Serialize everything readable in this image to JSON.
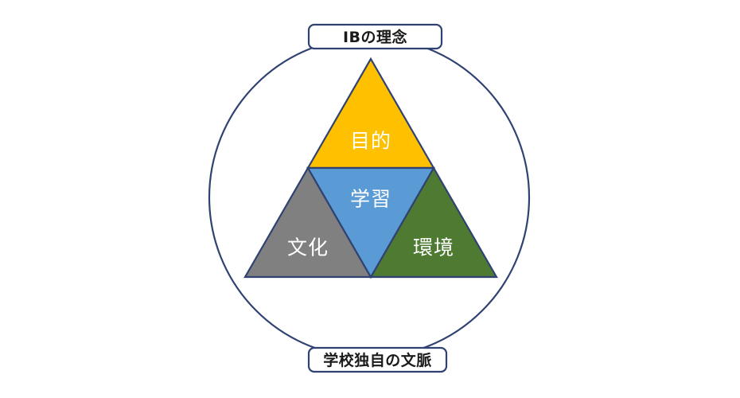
{
  "diagram": {
    "title_callout": {
      "text": "IBの理念",
      "position": "top"
    },
    "footer_callout": {
      "text": "学校独自の文脈",
      "position": "bottom"
    },
    "circle": {
      "name": "context-circle",
      "stroke_color": "#2F4272"
    },
    "triangle_segments": [
      {
        "id": "purpose",
        "label": "目的",
        "fill": "#FFC000",
        "stroke": "#2F4272",
        "position": "top"
      },
      {
        "id": "learning",
        "label": "学習",
        "fill": "#5B9BD5",
        "stroke": "#2F4272",
        "position": "center-inverted"
      },
      {
        "id": "culture",
        "label": "文化",
        "fill": "#808080",
        "stroke": "#2F4272",
        "position": "bottom-left"
      },
      {
        "id": "environment",
        "label": "環境",
        "fill": "#4E7A32",
        "stroke": "#2F4272",
        "position": "bottom-right"
      }
    ],
    "colors": {
      "outline": "#2F4272",
      "callout_border": "#2F4272",
      "callout_fill": "#FFFFFF",
      "label_text": "#FFFFFF",
      "callout_text": "#1A1A1A",
      "background": "#FFFFFF"
    }
  }
}
